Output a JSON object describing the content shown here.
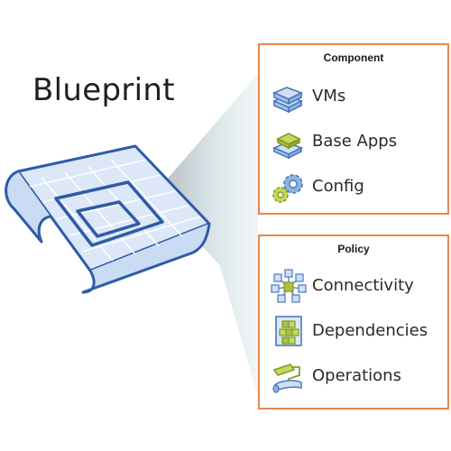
{
  "title": "Blueprint",
  "panels": {
    "component": {
      "heading": "Component",
      "items": [
        {
          "label": "VMs",
          "icon": "vm-stack-icon"
        },
        {
          "label": "Base Apps",
          "icon": "app-layers-icon"
        },
        {
          "label": "Config",
          "icon": "gears-icon"
        }
      ]
    },
    "policy": {
      "heading": "Policy",
      "items": [
        {
          "label": "Connectivity",
          "icon": "network-cubes-icon"
        },
        {
          "label": "Dependencies",
          "icon": "dependency-blocks-icon"
        },
        {
          "label": "Operations",
          "icon": "paint-roller-icon"
        }
      ]
    }
  },
  "colors": {
    "border": "#e8874a",
    "blueprint_stroke": "#2f5aa8",
    "blueprint_fill": "#dce8f8",
    "icon_blue": "#4a78c0",
    "icon_green": "#a8c43a"
  }
}
